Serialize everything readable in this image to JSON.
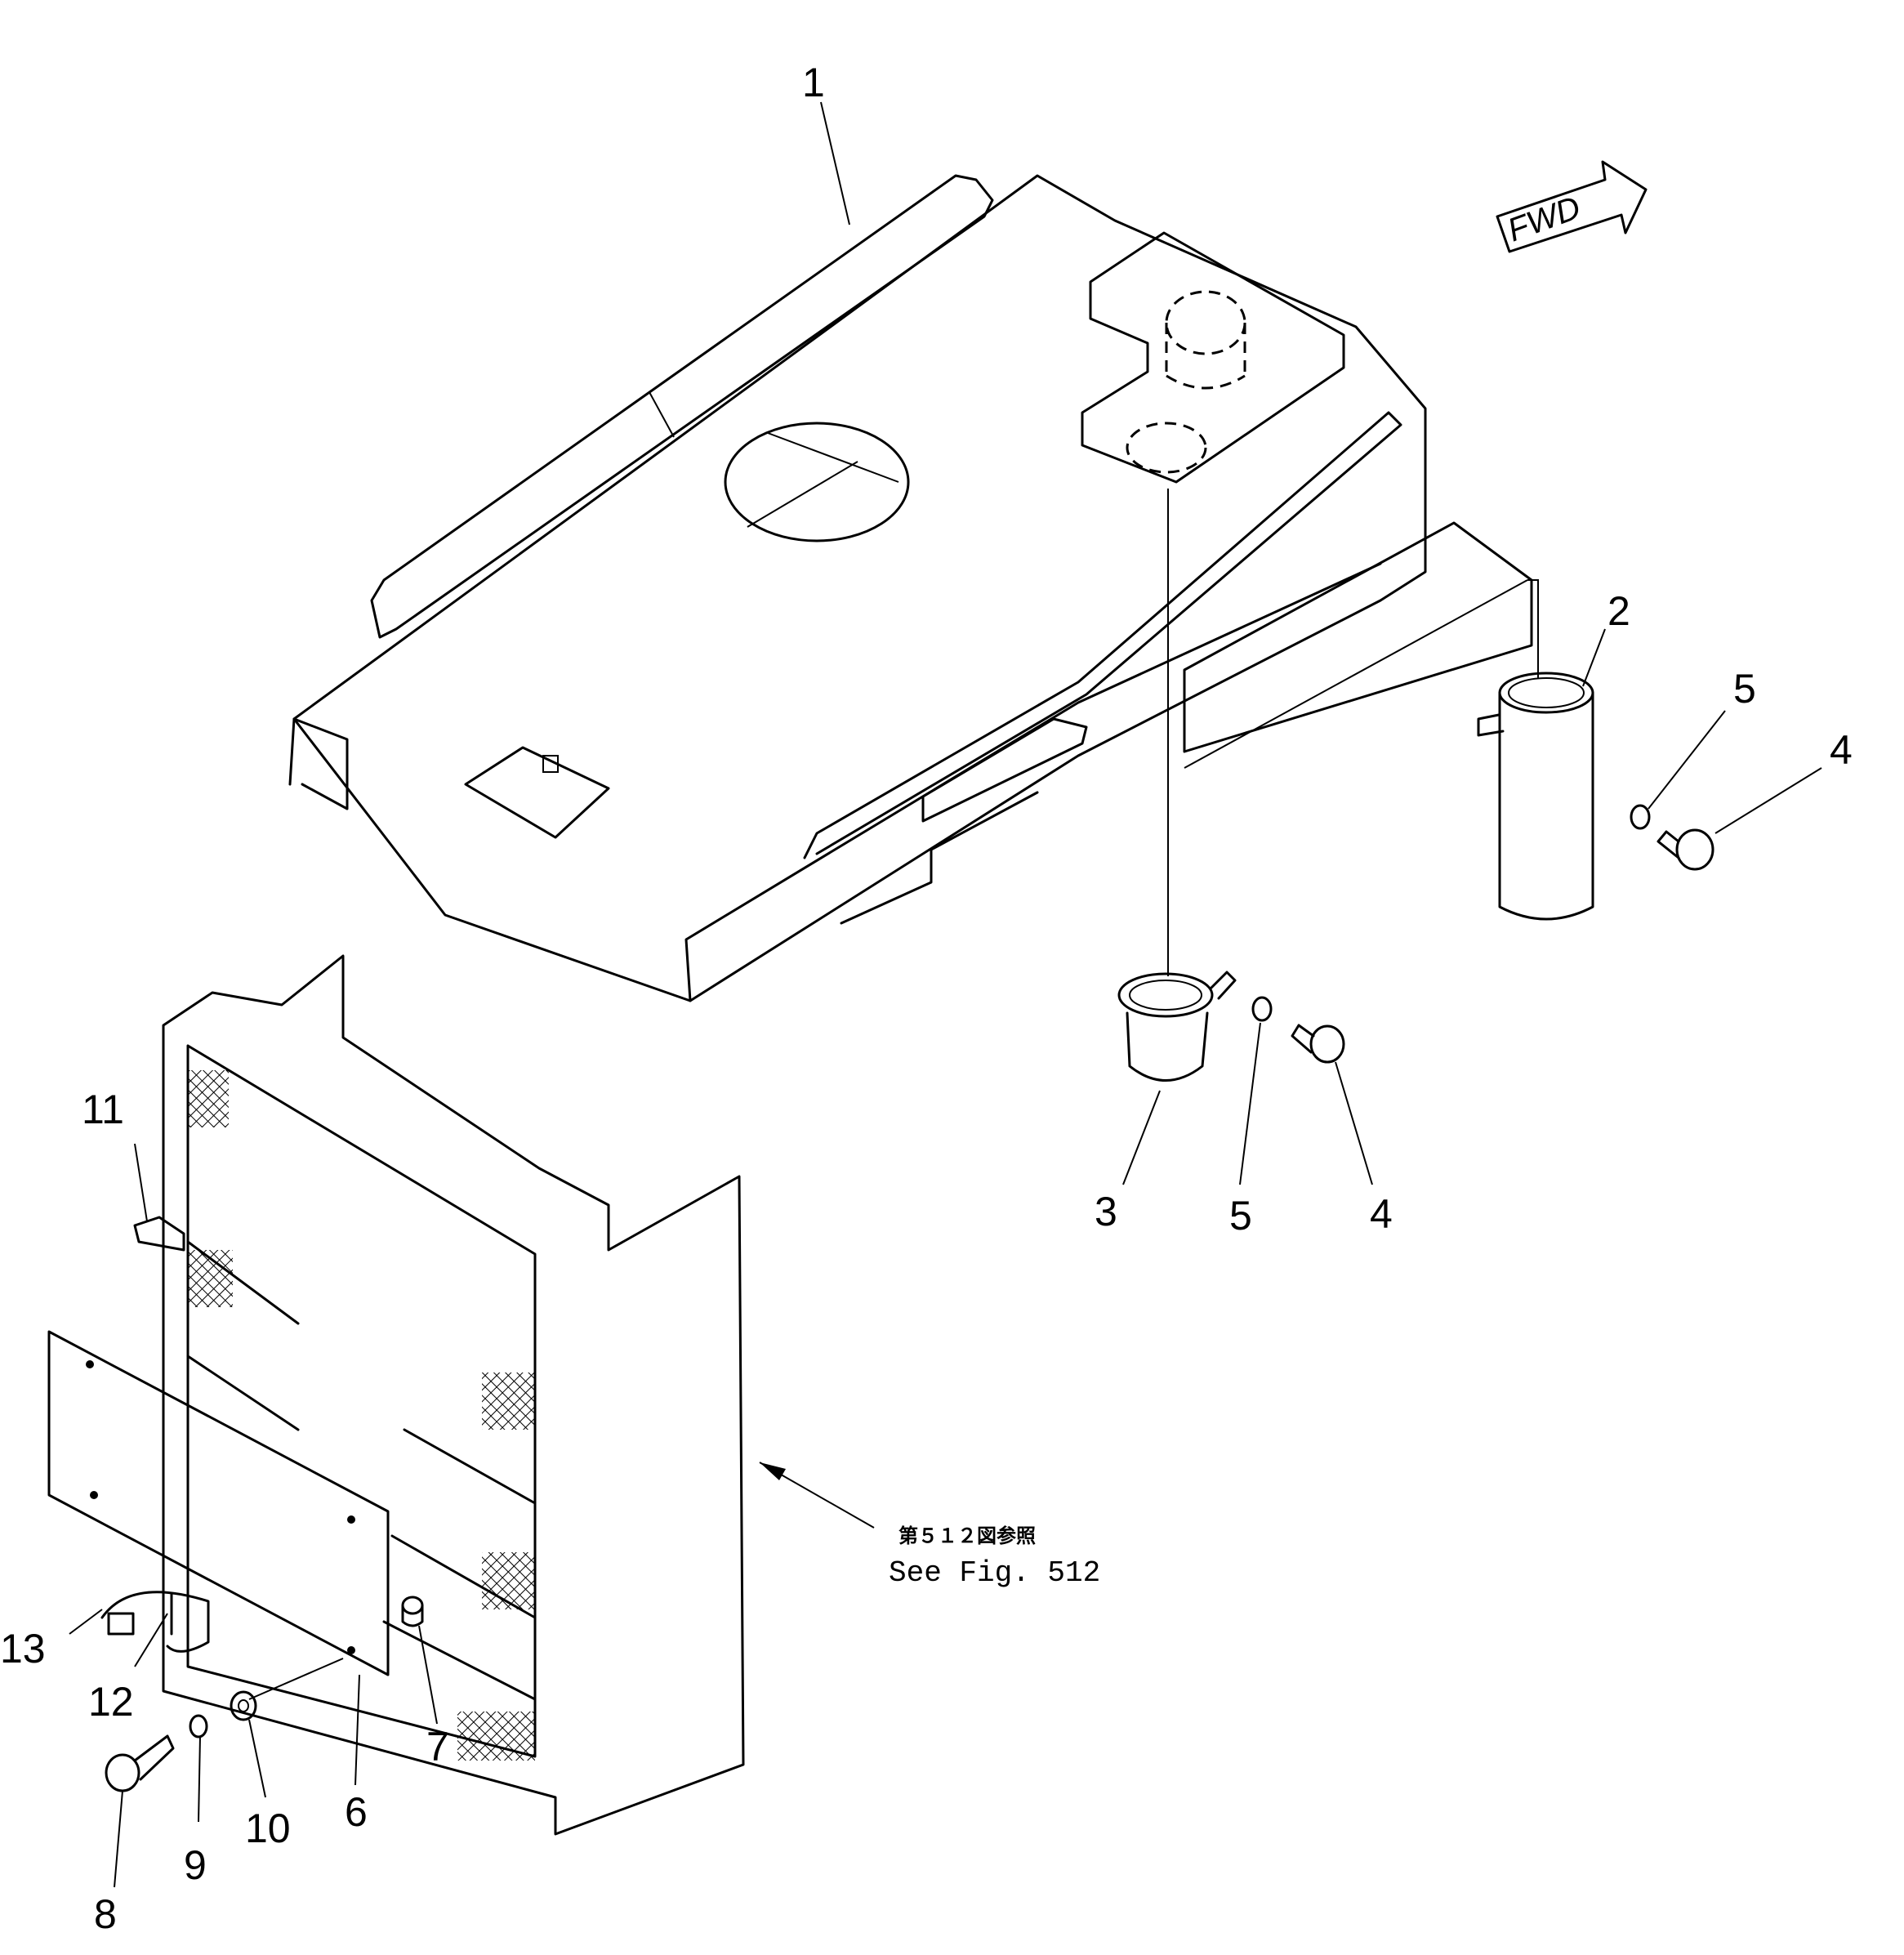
{
  "direction_marker": "FWD",
  "reference_note": {
    "line1": "第５１２図参照",
    "line2": "See Fig. 512"
  },
  "callouts": [
    "1",
    "2",
    "3",
    "4",
    "5",
    "6",
    "7",
    "8",
    "9",
    "10",
    "11",
    "12",
    "13"
  ]
}
